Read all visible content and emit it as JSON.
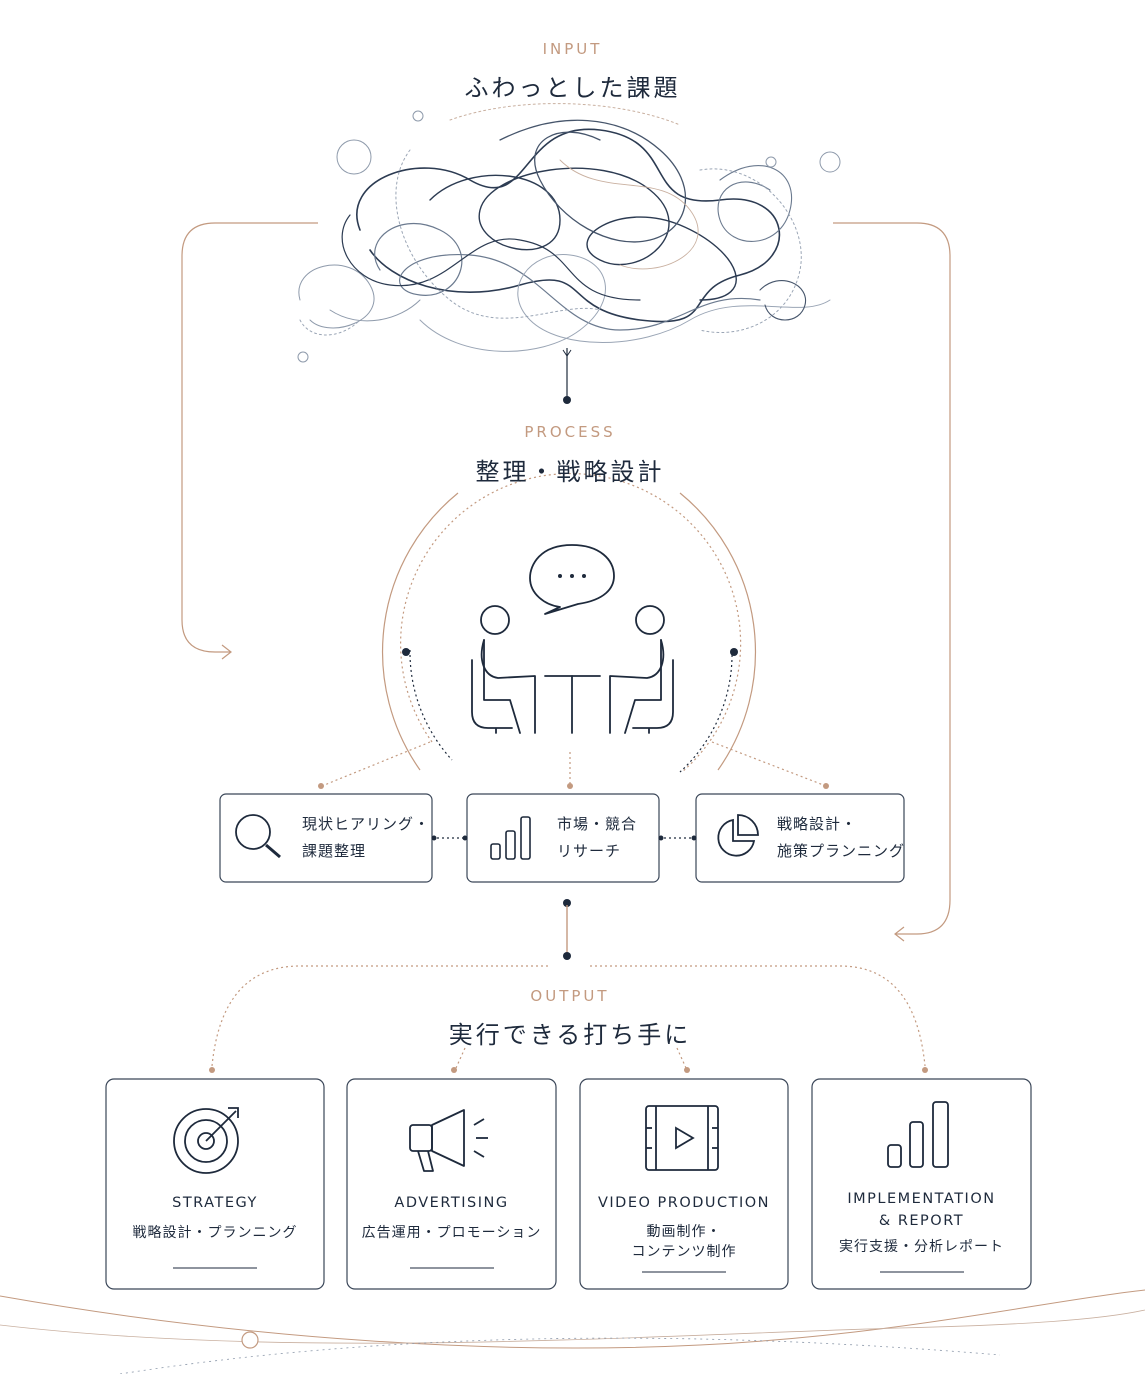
{
  "input": {
    "en": "INPUT",
    "jp": "ふわっとした課題"
  },
  "process": {
    "en": "PROCESS",
    "jp": "整理・戦略設計",
    "steps": [
      {
        "icon": "magnifier-icon",
        "line1": "現状ヒアリング・",
        "line2": "課題整理"
      },
      {
        "icon": "bar-chart-icon",
        "line1": "市場・競合",
        "line2": "リサーチ"
      },
      {
        "icon": "pie-chart-icon",
        "line1": "戦略設計・",
        "line2": "施策プランニング"
      }
    ]
  },
  "output": {
    "en": "OUTPUT",
    "jp": "実行できる打ち手に",
    "items": [
      {
        "icon": "target-icon",
        "title_line1": "STRATEGY",
        "title_line2": "",
        "sub_line1": "戦略設計・プランニング",
        "sub_line2": ""
      },
      {
        "icon": "megaphone-icon",
        "title_line1": "ADVERTISING",
        "title_line2": "",
        "sub_line1": "広告運用・プロモーション",
        "sub_line2": ""
      },
      {
        "icon": "video-icon",
        "title_line1": "VIDEO PRODUCTION",
        "title_line2": "",
        "sub_line1": "動画制作・",
        "sub_line2": "コンテンツ制作"
      },
      {
        "icon": "growth-chart-icon",
        "title_line1": "IMPLEMENTATION",
        "title_line2": "& REPORT",
        "sub_line1": "実行支援・分析レポート",
        "sub_line2": ""
      }
    ]
  },
  "colors": {
    "navy": "#1e2a3c",
    "copper": "#c39a80",
    "box_border": "#3a4658"
  }
}
